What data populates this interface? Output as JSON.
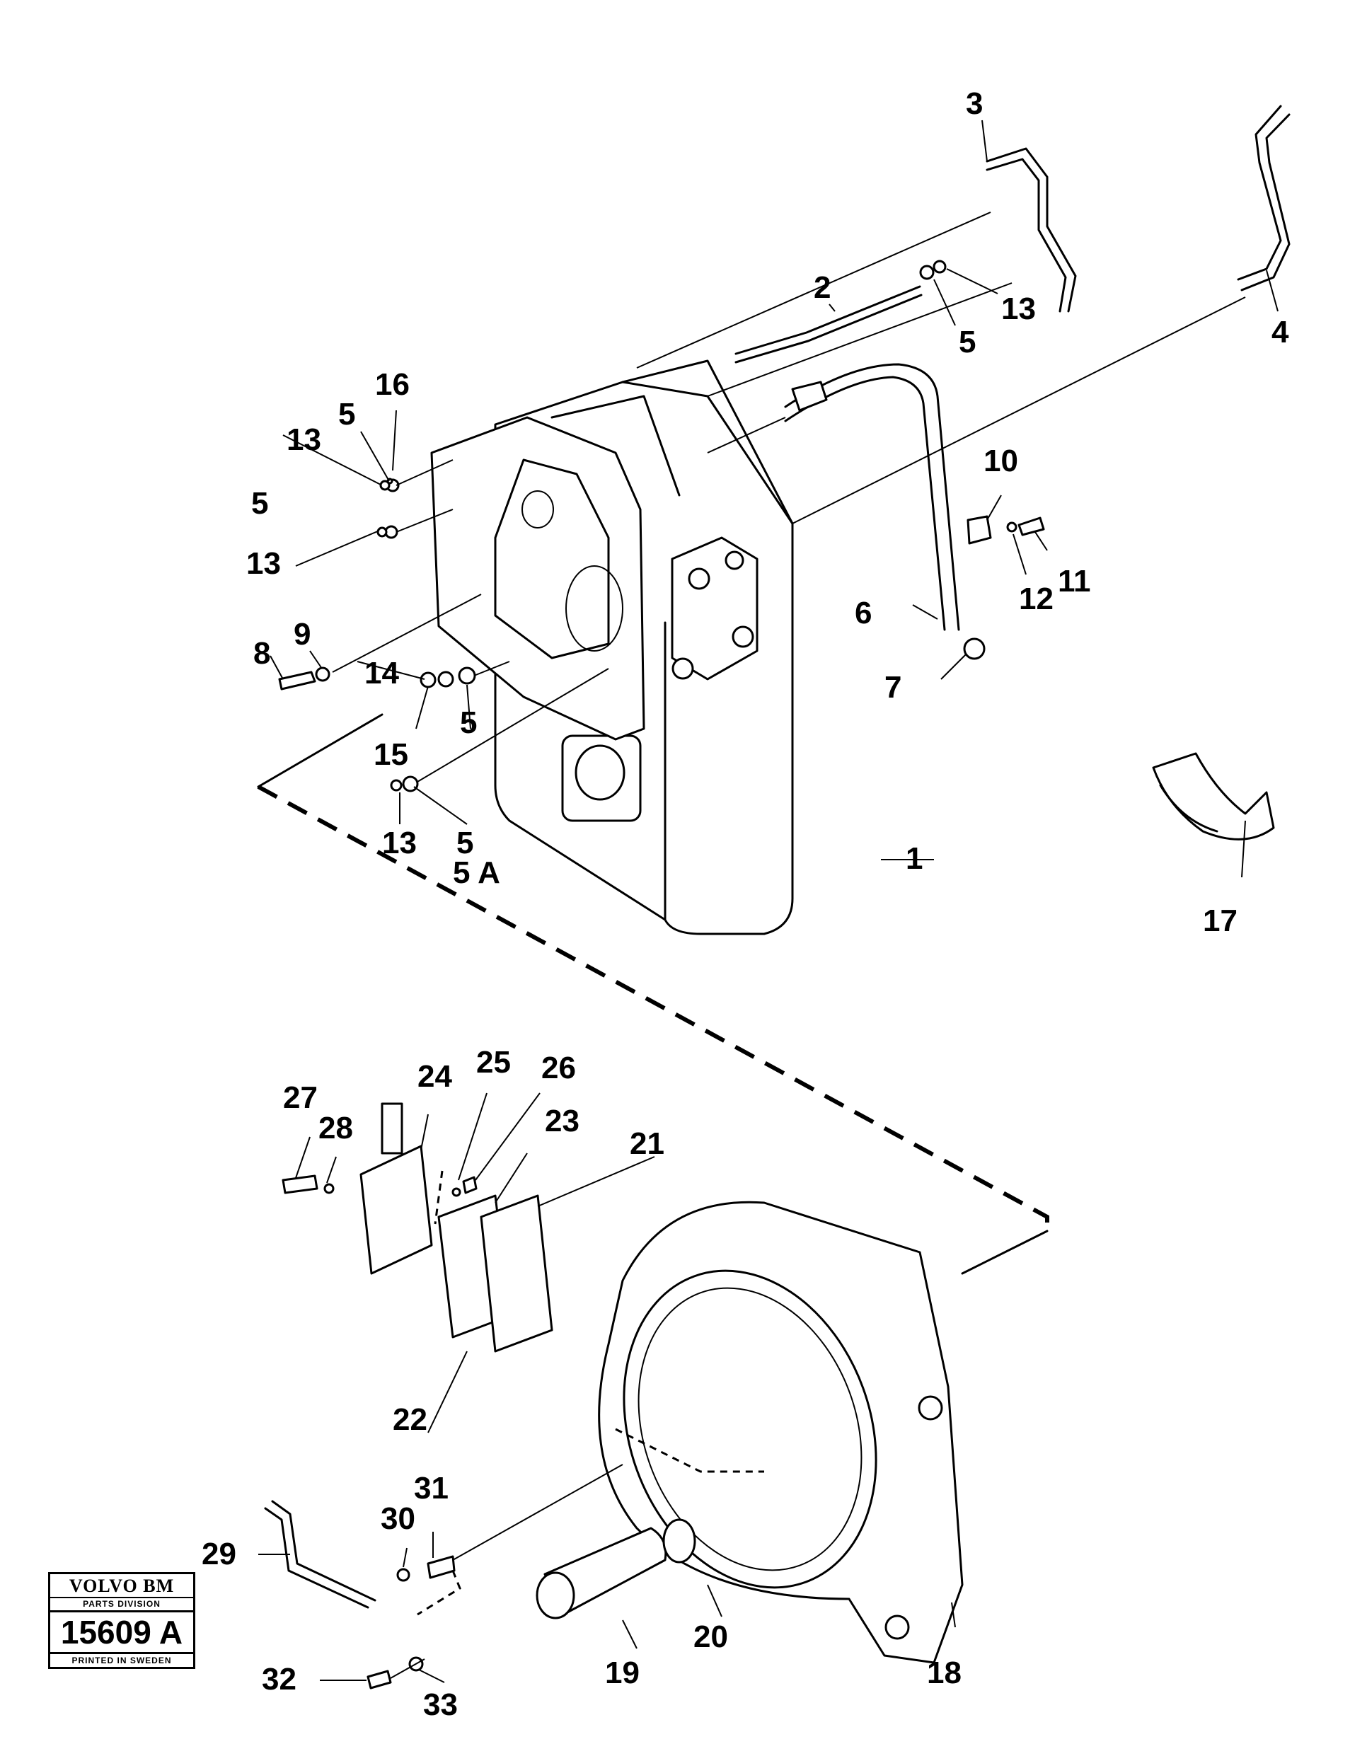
{
  "callouts": {
    "c1": "1",
    "c2": "2",
    "c3": "3",
    "c4": "4",
    "c5a": "5",
    "c5b": "5",
    "c5c": "5",
    "c5d": "5",
    "c5e": "5",
    "c5A": "5 A",
    "c6": "6",
    "c7": "7",
    "c8": "8",
    "c9": "9",
    "c10": "10",
    "c11": "11",
    "c12": "12",
    "c13a": "13",
    "c13b": "13",
    "c13c": "13",
    "c13d": "13",
    "c14": "14",
    "c15": "15",
    "c16": "16",
    "c17": "17",
    "c18": "18",
    "c19": "19",
    "c20": "20",
    "c21": "21",
    "c22": "22",
    "c23": "23",
    "c24": "24",
    "c25": "25",
    "c26": "26",
    "c27": "27",
    "c28": "28",
    "c29": "29",
    "c30": "30",
    "c31": "31",
    "c32": "32",
    "c33": "33"
  },
  "badge": {
    "brand": "VOLVO BM",
    "division": "PARTS DIVISION",
    "number": "15609 A",
    "printed": "PRINTED IN SWEDEN"
  }
}
